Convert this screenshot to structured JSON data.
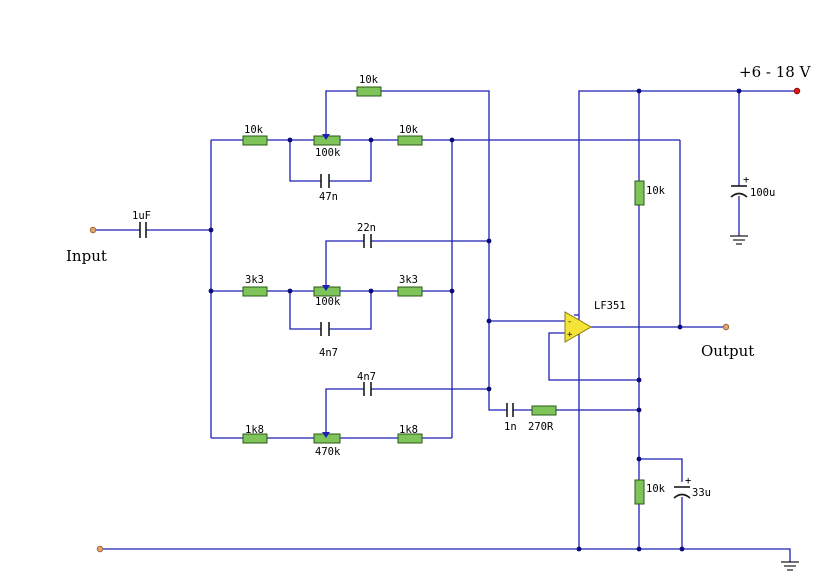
{
  "labels": {
    "input": "Input",
    "output": "Output",
    "supply": "+6 - 18 V",
    "opamp": "LF351",
    "c_in": "1uF",
    "r_fb_top": "10k",
    "r_bass_l": "10k",
    "pot_bass": "100k",
    "r_bass_r": "10k",
    "c_bass": "47n",
    "c_mid_fb": "22n",
    "r_mid_l": "3k3",
    "pot_mid": "100k",
    "r_mid_r": "3k3",
    "c_mid": "4n7",
    "c_treble_fb": "4n7",
    "r_treble_l": "1k8",
    "pot_treble": "470k",
    "r_treble_r": "1k8",
    "c_series": "1n",
    "r_series": "270R",
    "r_bias_top": "10k",
    "r_bias_bot": "10k",
    "c_supply": "100u",
    "c_bias": "33u"
  },
  "colors": {
    "wire": "#1f1fb4",
    "resistor": "#7fc45a",
    "opamp": "#f4e437",
    "supply_terminal": "#e01818",
    "io_terminal": "#e3a36d"
  }
}
